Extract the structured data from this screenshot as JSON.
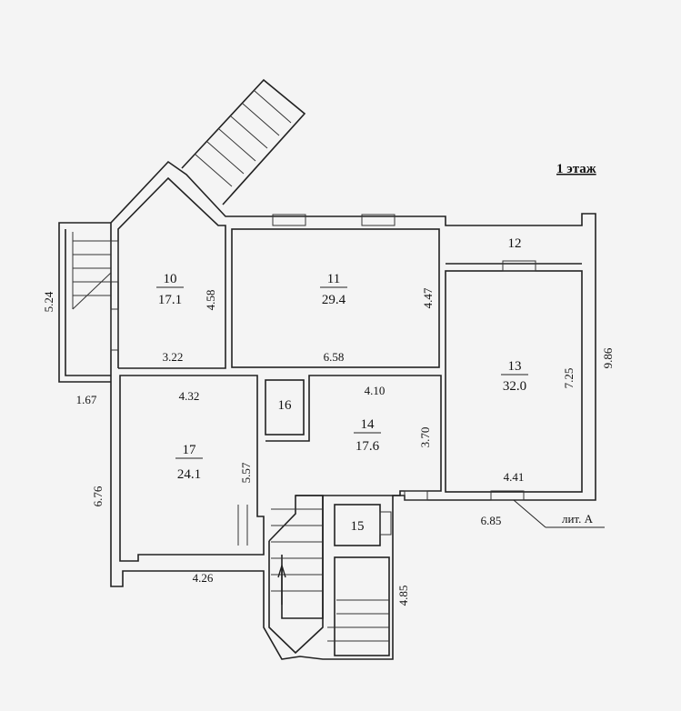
{
  "title": "1 этаж",
  "rooms": [
    {
      "number": "10",
      "area": "17.1"
    },
    {
      "number": "11",
      "area": "29.4"
    },
    {
      "number": "12",
      "area": ""
    },
    {
      "number": "13",
      "area": "32.0"
    },
    {
      "number": "14",
      "area": "17.6"
    },
    {
      "number": "15",
      "area": ""
    },
    {
      "number": "16",
      "area": ""
    },
    {
      "number": "17",
      "area": "24.1"
    }
  ],
  "dimensions": {
    "stair_left_height": "5.24",
    "stair_left_width": "1.67",
    "r10_height": "4.58",
    "r10_width": "3.22",
    "r11_width": "6.58",
    "r11_height": "4.47",
    "r13_height": "7.25",
    "right_total": "9.86",
    "r13_width": "4.41",
    "bottom_right": "6.85",
    "r17_top": "4.32",
    "r14_top": "4.10",
    "r14_height": "3.70",
    "r17_height": "5.57",
    "left_total": "6.76",
    "r17_bottom": "4.26",
    "stair_bottom_height": "4.85"
  },
  "labels": {
    "liter": "лит. А"
  }
}
